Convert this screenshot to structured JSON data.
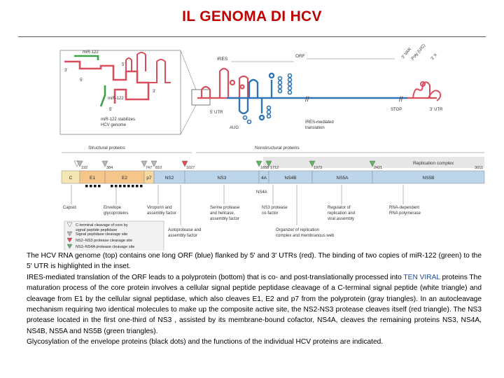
{
  "page": {
    "title": "IL GENOMA DI HCV"
  },
  "diagram": {
    "inset": {
      "label_mir122_top": "miR-122",
      "label_mir122_bottom": "miR-122",
      "label_3prime_top": "3'",
      "label_5prime_top": "5'",
      "label_5prime_left": "5'",
      "label_3prime_right": "3'",
      "label_5prime_bottom": "5'",
      "note_line1": "miR-122 stabilizes",
      "note_line2": "HCV genome"
    },
    "genome": {
      "ires": "IRES",
      "orf": "ORF",
      "utr5": "5' UTR",
      "aug": "AUG",
      "stop": "STOP",
      "utr3": "3' UTR",
      "var": "3' VAR",
      "polyuc": "Poly (U/C)",
      "x3": "3' X",
      "ires_mediated_1": "IRES-mediated",
      "ires_mediated_2": "translation"
    },
    "polyprotein": {
      "structural_label": "Structural proteins",
      "nonstructural_label": "Nonstructural proteins",
      "replication_complex": "Replication complex",
      "segments": [
        {
          "name": "C",
          "start": "",
          "color": "#f3e6b3"
        },
        {
          "name": "E1",
          "start": "192",
          "color": "#f5c58a"
        },
        {
          "name": "E2",
          "start": "384",
          "color": "#f5c58a"
        },
        {
          "name": "p7",
          "start": "747",
          "color": "#f7d9a0"
        },
        {
          "name": "NS2",
          "start": "810",
          "color": "#bcd5ea"
        },
        {
          "name": "NS3",
          "start": "1027",
          "color": "#bcd5ea"
        },
        {
          "name": "4A",
          "start": "1658",
          "color": "#bcd5ea"
        },
        {
          "name": "NS4B",
          "start": "1712",
          "color": "#bcd5ea"
        },
        {
          "name": "NS5A",
          "start": "1973",
          "color": "#bcd5ea"
        },
        {
          "name": "NS5B",
          "start": "2421",
          "color": "#bcd5ea"
        }
      ],
      "end_number": "3011",
      "ns4a_label": "NS4A",
      "functions": [
        {
          "line1": "Capsid",
          "line2": "",
          "line3": ""
        },
        {
          "line1": "Envelope",
          "line2": "glycoproteins",
          "line3": ""
        },
        {
          "line1": "Viroporin and",
          "line2": "assembly factor",
          "line3": ""
        },
        {
          "line1": "Serine protease",
          "line2": "and helicase,",
          "line3": "assembly factor"
        },
        {
          "line1": "NS3 protease",
          "line2": "co-factor",
          "line3": ""
        },
        {
          "line1": "Regulator of",
          "line2": "replication and",
          "line3": "viral assembly"
        },
        {
          "line1": "RNA-dependent",
          "line2": "RNA polymerase",
          "line3": ""
        }
      ],
      "functions_lower": [
        {
          "line1": "Autoprotease and",
          "line2": "assembly factor"
        },
        {
          "line1": "Organizer of replication",
          "line2": "complex and membranous web"
        }
      ]
    },
    "legend": [
      {
        "text": "C-terminal cleavage of core by",
        "text2": "signal peptide peptidase",
        "color": "#ffffff"
      },
      {
        "text": "Signal peptidase cleavage site",
        "text2": "",
        "color": "#b7b7b7"
      },
      {
        "text": "NS2–NS3 protease cleavage site",
        "text2": "",
        "color": "#e05050"
      },
      {
        "text": "NS3–NS4A protease cleavage site",
        "text2": "",
        "color": "#5cb85c"
      }
    ],
    "colors": {
      "utr": "#d94f5c",
      "orf": "#2f74b5",
      "mir122": "#3aa34a",
      "accent": "#c00000"
    }
  },
  "caption": {
    "p1": "The HCV RNA genome (top) contains one long ORF (blue) flanked by 5' and 3' UTRs (red). The binding of two copies of miR-122 (green) to the 5' UTR is highlighted in the inset.",
    "p2_a": "IRES-mediated translation of the ORF leads to a polyprotein (bottom) that is co- and post-translationally processed into ",
    "p2_hl": "TEN VIRAL",
    "p2_b": " proteins The maturation process of the core protein involves a cellular signal peptide peptidase cleavage of a C-terminal signal peptide (white triangle) and cleavage from E1 by the cellular signal peptidase, which also cleaves E1, E2 and p7 from the polyprotein (gray triangles). In an autocleavage mechanism requiring two identical molecules to make up the composite active site, the NS2-NS3 protease cleaves itself (red triangle). The NS3 protease located in the first one-third of NS3 , assisted by its membrane-bound cofactor, NS4A, cleaves the remaining proteins NS3, NS4A, NS4B, NS5A and NS5B (green triangles).",
    "p3": "Glycosylation of the envelope proteins (black dots) and the functions of the individual HCV proteins are indicated."
  }
}
